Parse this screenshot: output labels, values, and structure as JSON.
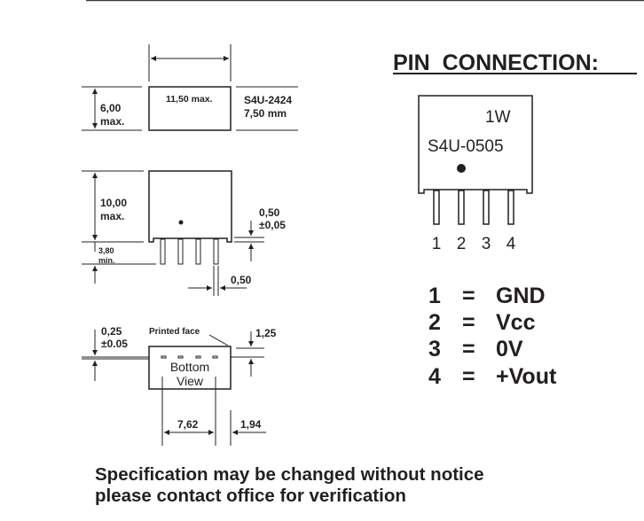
{
  "top_view": {
    "width_label": "11,50 max.",
    "height_label_1": "6,00",
    "height_label_2": "max.",
    "variant_label_1": "S4U-2424",
    "variant_label_2": "7,50 mm"
  },
  "side_view": {
    "height_label_1": "10,00",
    "height_label_2": "max.",
    "pin_length_1": "3,80",
    "pin_length_2": "min.",
    "standoff_1": "0,50",
    "standoff_2": "±0,05",
    "pin_width": "0,50"
  },
  "bottom_view": {
    "thickness_1": "0,25",
    "thickness_2": "±0.05",
    "printed_face": "Printed face",
    "offset": "1,25",
    "view_label_1": "Bottom",
    "view_label_2": "View",
    "pitch_span": "7,62",
    "edge_offset": "1,94"
  },
  "pin_connection": {
    "title": "PIN  CONNECTION:",
    "module_power": "1W",
    "module_model": "S4U-0505",
    "pin_numbers": [
      "1",
      "2",
      "3",
      "4"
    ],
    "pins": [
      {
        "num": "1",
        "eq": "=",
        "name": "GND"
      },
      {
        "num": "2",
        "eq": "=",
        "name": "Vcc"
      },
      {
        "num": "3",
        "eq": "=",
        "name": "0V"
      },
      {
        "num": "4",
        "eq": "=",
        "name": "+Vout"
      }
    ]
  },
  "footer": {
    "line1": "Specification may be changed without notice",
    "line2": "please contact office for verification"
  }
}
